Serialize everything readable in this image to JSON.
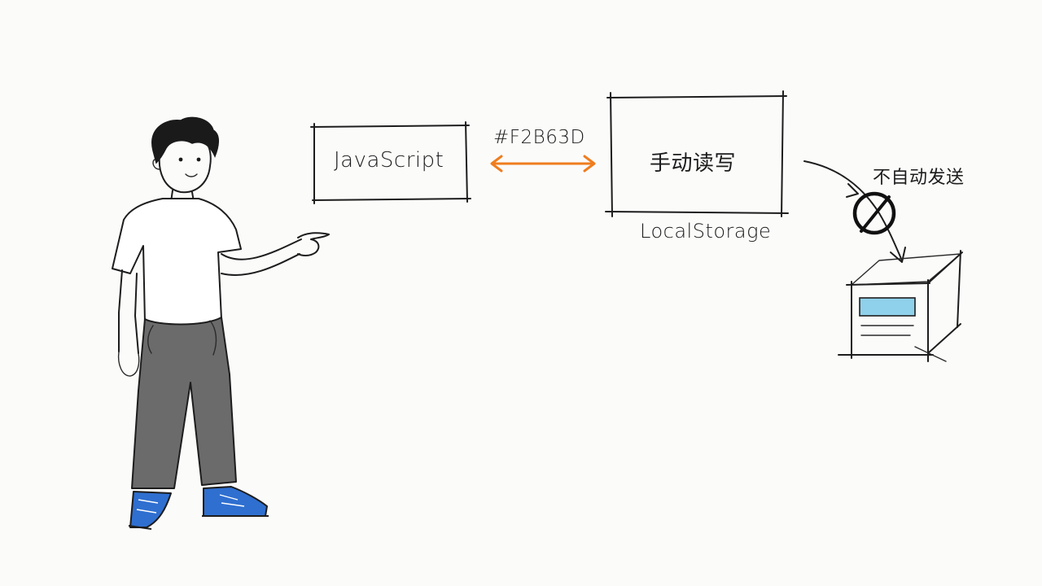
{
  "colors": {
    "arrow": "#F2B63D",
    "arrow_drawn": "#ef7d1f",
    "shoes": "#2f6fd0",
    "pants": "#6b6b6b",
    "screen": "#8fd1ea",
    "ink": "#1d1d1d"
  },
  "javascript_box": {
    "label": "JavaScript"
  },
  "arrow_label": "#F2B63D",
  "storage_box": {
    "label": "手动读写",
    "caption": "LocalStorage"
  },
  "no_auto_send": {
    "label": "不自动发送",
    "icon": "prohibited-icon"
  },
  "server": {
    "icon": "server-icon"
  },
  "person": {
    "icon": "person-pointing-illustration"
  }
}
